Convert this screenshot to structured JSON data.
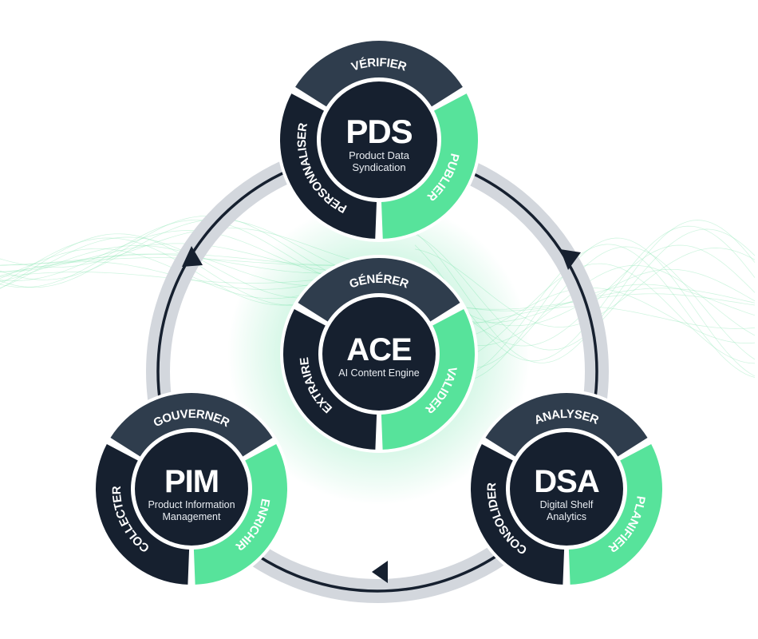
{
  "colors": {
    "navy": "#16202f",
    "slate": "#2f3d4d",
    "green": "#57e39b",
    "ring": "#d3d7dd",
    "ring_line": "#16202f",
    "wave": "#8fe6b6",
    "glow": "#39d98a"
  },
  "arrows": [
    "arrow-right-icon",
    "arrow-left-icon",
    "arrow-up-icon"
  ],
  "modules": [
    {
      "id": "pds",
      "acronym": "PDS",
      "subtitle_line1": "Product Data",
      "subtitle_line2": "Syndication",
      "segments": {
        "top": "VÉRIFIER",
        "left": "PERSONNALISER",
        "right": "PUBLIER"
      }
    },
    {
      "id": "ace",
      "acronym": "ACE",
      "subtitle_line1": "AI Content Engine",
      "subtitle_line2": "",
      "segments": {
        "top": "GÉNÉRER",
        "left": "EXTRAIRE",
        "right": "VALIDER"
      }
    },
    {
      "id": "pim",
      "acronym": "PIM",
      "subtitle_line1": "Product Information",
      "subtitle_line2": "Management",
      "segments": {
        "top": "GOUVERNER",
        "left": "COLLECTER",
        "right": "ENRICHIR"
      }
    },
    {
      "id": "dsa",
      "acronym": "DSA",
      "subtitle_line1": "Digital Shelf",
      "subtitle_line2": "Analytics",
      "segments": {
        "top": "ANALYSER",
        "left": "CONSOLIDER",
        "right": "PLANIFIER"
      }
    }
  ]
}
